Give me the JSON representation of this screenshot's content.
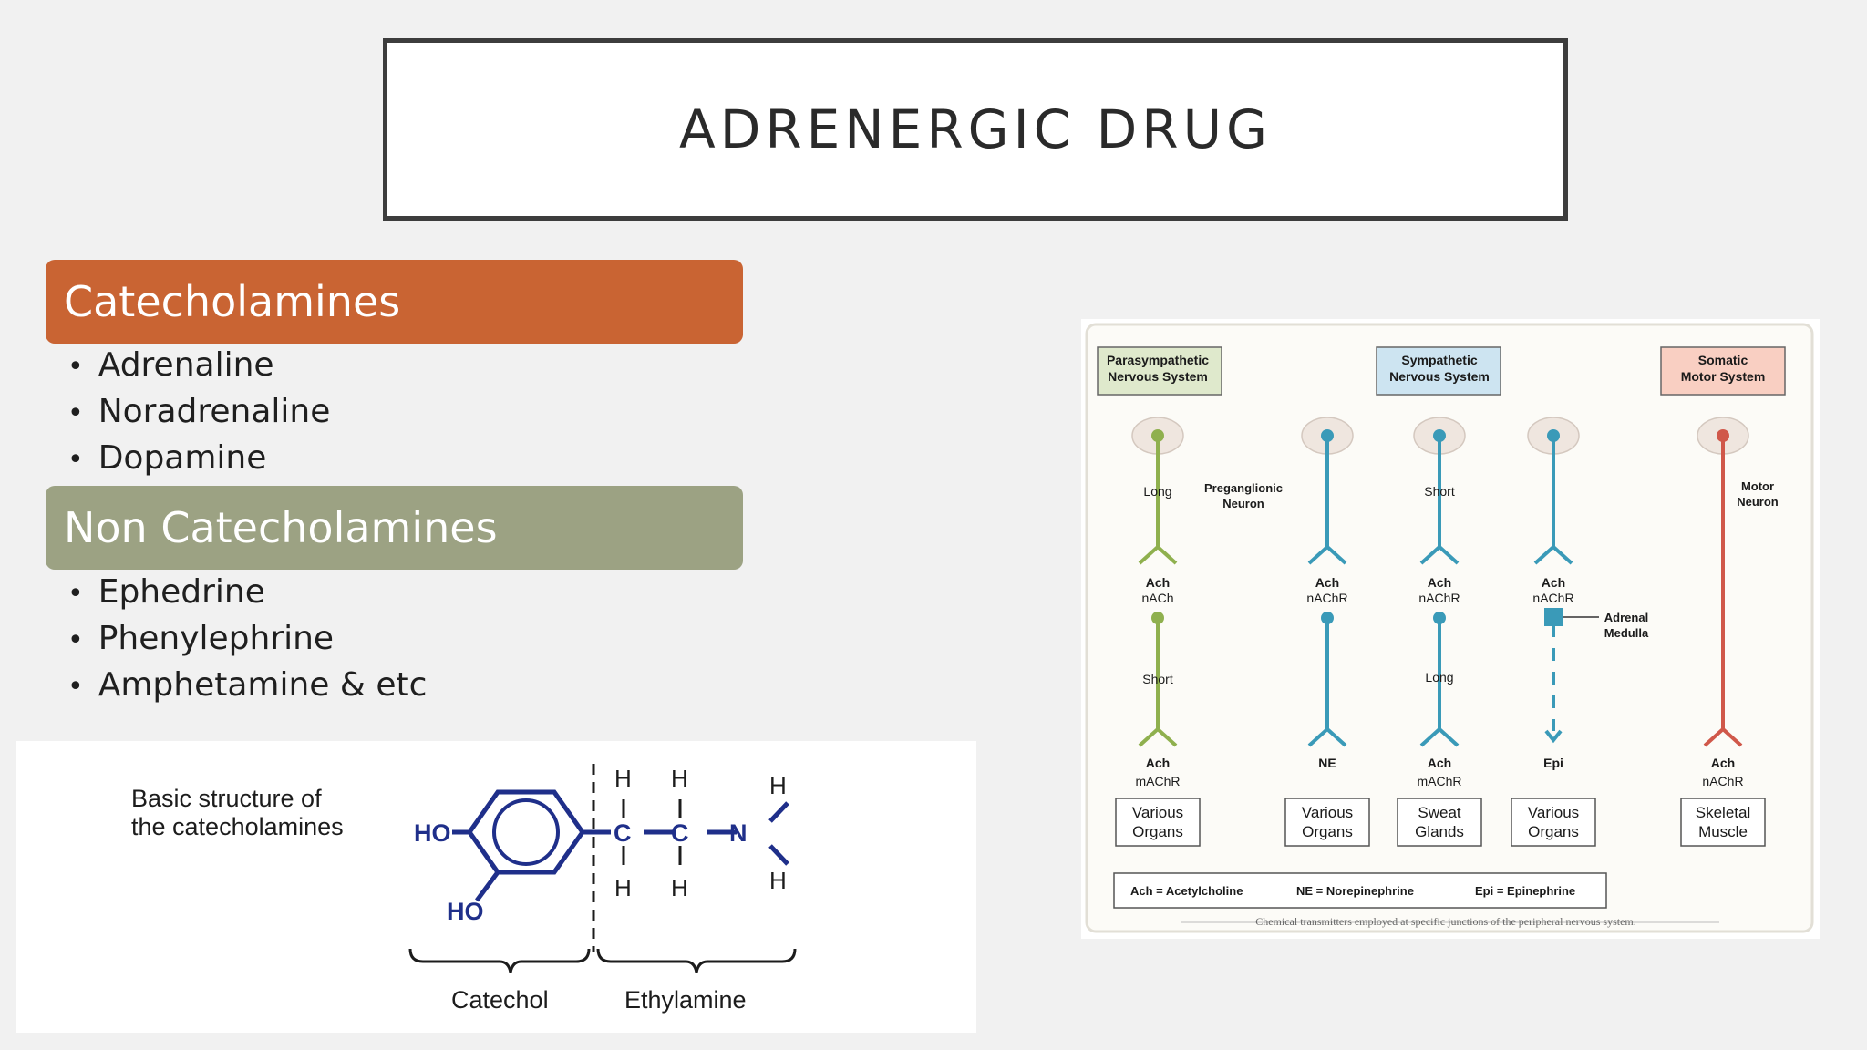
{
  "slide": {
    "title": "ADRENERGIC DRUG"
  },
  "catecholamines": {
    "header": "Catecholamines",
    "items": [
      "Adrenaline",
      "Noradrenaline",
      "Dopamine"
    ]
  },
  "non_catecholamines": {
    "header": "Non Catecholamines",
    "items": [
      "Ephedrine",
      "Phenylephrine",
      "Amphetamine & etc"
    ]
  },
  "structure_figure": {
    "caption_line1": "Basic structure of",
    "caption_line2": "the catecholamines",
    "ho_top": "HO",
    "ho_bottom": "HO",
    "atom_c": "C",
    "atom_n": "N",
    "atom_h": "H",
    "label_catechol": "Catechol",
    "label_ethylamine": "Ethylamine"
  },
  "nervous_figure": {
    "box_para": [
      "Parasympathetic",
      "Nervous System"
    ],
    "box_symp": [
      "Sympathetic",
      "Nervous System"
    ],
    "box_somatic": [
      "Somatic",
      "Motor System"
    ],
    "long": "Long",
    "short": "Short",
    "preganglionic": [
      "Preganglionic",
      "Neuron"
    ],
    "motor_neuron": [
      "Motor",
      "Neuron"
    ],
    "ach": "Ach",
    "nach": "nACh",
    "nachr": "nAChR",
    "machr": "mAChR",
    "ne": "NE",
    "epi": "Epi",
    "adrenal": [
      "Adrenal",
      "Medulla"
    ],
    "target_various": [
      "Various",
      "Organs"
    ],
    "target_sweat": [
      "Sweat",
      "Glands"
    ],
    "target_skeletal": [
      "Skeletal",
      "Muscle"
    ],
    "legend_ach": "Ach = Acetylcholine",
    "legend_ne": "NE = Norepinephrine",
    "legend_epi": "Epi = Epinephrine",
    "footer": "Chemical transmitters employed at specific junctions of the peripheral nervous system."
  },
  "colors": {
    "catecholamines_header": "#c96433",
    "non_catecholamines_header": "#9ca283",
    "molecule_blue": "#1f2f8a",
    "para_green": "#8fb04e",
    "symp_teal": "#3a9ab8",
    "somatic_red": "#d0584a"
  }
}
